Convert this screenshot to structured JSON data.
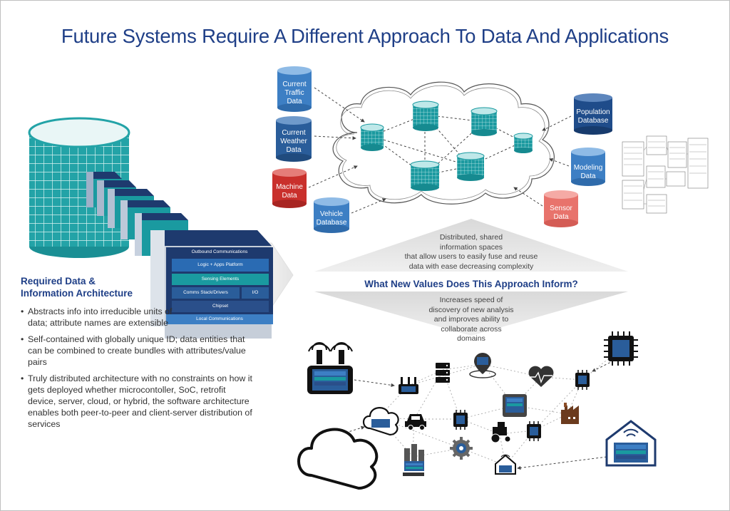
{
  "title": "Future Systems Require A Different Approach To Data And Applications",
  "data_sources": [
    {
      "label": "Current\nTraffic\nData",
      "color": "#3d7fc4"
    },
    {
      "label": "Current\nWeather\nData",
      "color": "#2a5d9a"
    },
    {
      "label": "Machine\nData",
      "color": "#c9302c"
    },
    {
      "label": "Vehicle\nDatabase",
      "color": "#3d7fc4"
    },
    {
      "label": "Population\nDatabase",
      "color": "#1f4c8a"
    },
    {
      "label": "Modeling\nData",
      "color": "#3d7fc4"
    },
    {
      "label": "Sensor\nData",
      "color": "#e8736c"
    }
  ],
  "architecture": {
    "heading": "Required Data &\nInformation Architecture",
    "stack_layers": [
      "Outbound Communications",
      "Logic + Apps Platform",
      "Sensing Elements",
      "Comms Stack/Drivers",
      "I/O",
      "Chipset",
      "Local Communications"
    ],
    "bullets": [
      "Abstracts info into irreducible units of data; attribute names are extensible",
      "Self-contained with globally unique ID; data entities that can be combined to create bundles with attributes/value pairs",
      "Truly distributed architecture with no constraints on how it gets deployed whether microcontoller, SoC, retrofit device, server, cloud, or hybrid, the software architecture enables both peer-to-peer and client-server distribution of services"
    ]
  },
  "center": {
    "upper_text": "Distributed, shared\ninformation spaces\nthat allow users to easily fuse and reuse\ndata with ease decreasing complexity",
    "question": "What New Values Does This Approach Inform?",
    "lower_text": "Increases speed of\ndiscovery of new analysis\nand improves ability to\ncollaborate across\ndomains"
  },
  "icons": [
    "router-icon",
    "cloud-icon",
    "car-icon",
    "tractor-icon",
    "factory-icon",
    "heart-icon",
    "house-icon",
    "chip-icon",
    "server-icon",
    "tablet-icon",
    "city-icon",
    "gear-icon",
    "location-pin-icon"
  ],
  "colors": {
    "title": "#1f3f87",
    "teal": "#1a9aa0",
    "navy": "#1e3a6e"
  }
}
